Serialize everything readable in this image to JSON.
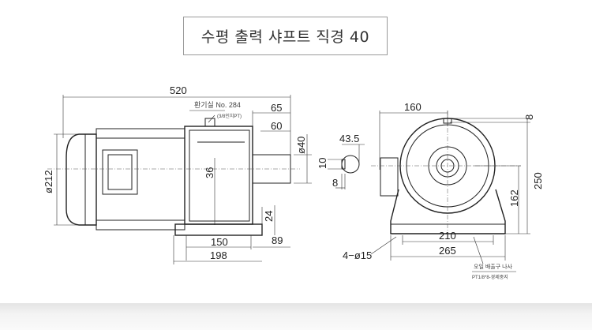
{
  "title": "수평 출력 샤프트 직경 40",
  "side_view": {
    "overall_length": "520",
    "vent_label": "환기실 No. 284",
    "vent_sub": "(3/8인치PT)",
    "dim_65": "65",
    "dim_60": "60",
    "shaft_dia": "ø40",
    "motor_dia": "ø212",
    "dim_36": "36",
    "dim_24": "24",
    "dim_150": "150",
    "dim_89": "89",
    "dim_198": "198"
  },
  "key_view": {
    "dim_43_5": "43.5",
    "dim_10": "10",
    "dim_8": "8"
  },
  "front_view": {
    "dim_160": "160",
    "dim_8": "8",
    "dim_250": "250",
    "dim_162": "162",
    "dim_210": "210",
    "dim_265": "265",
    "holes": "4−ø15",
    "drain_label": "오일 배출구 나사",
    "drain_sub": "PT1/8*8-경제중지"
  }
}
